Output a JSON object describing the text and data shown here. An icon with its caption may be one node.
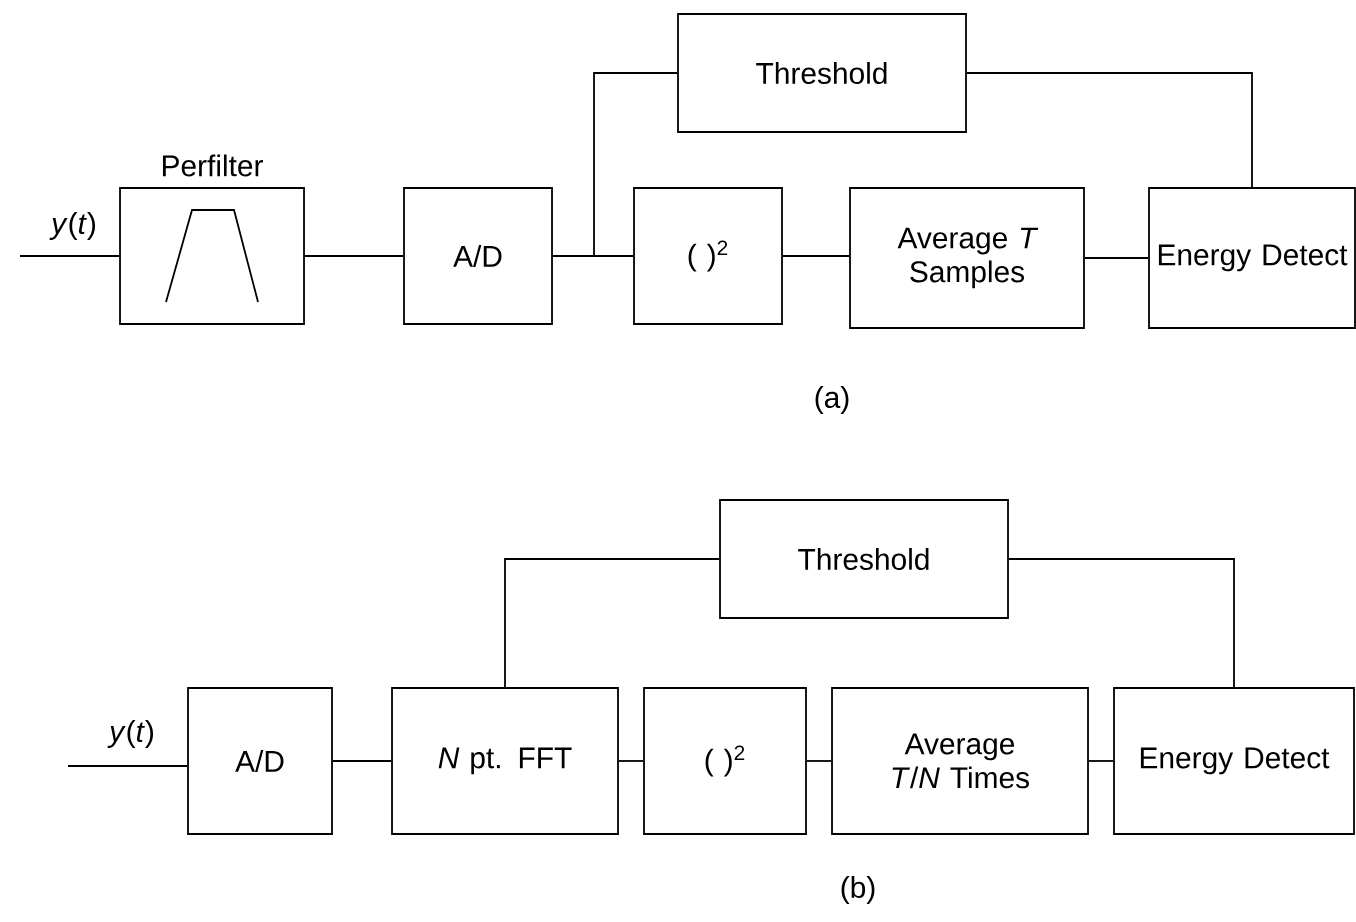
{
  "diagram": {
    "nodes": [
      {
        "text": [
          "Perfilter"
        ]
      },
      {
        "text": [
          "A/D"
        ]
      },
      {
        "text": [
          "Threshold"
        ]
      },
      {
        "text": [
          "( )$^{2}$"
        ]
      },
      {
        "text": [
          "Average *T* Samples"
        ]
      },
      {
        "text": [
          "Energy Detect"
        ]
      },
      {
        "text": [
          "A/D"
        ]
      },
      {
        "text": [
          "Threshold"
        ]
      },
      {
        "text": [
          "*N* pt. FFT"
        ]
      },
      {
        "text": [
          "( )$^{2}$"
        ]
      },
      {
        "text": [
          "Average *T*/*N* Times"
        ]
      },
      {
        "text": [
          "Energy Detect"
        ]
      }
    ],
    "edges": [
      {
        "from": null,
        "to": 0,
        "arrow": "none",
        "label": "*y*(*t*)"
      },
      {
        "from": 0,
        "to": 1,
        "arrow": "none"
      },
      {
        "from": 1,
        "to": 3,
        "arrow": "none"
      },
      {
        "from": 1,
        "to": 2,
        "arrow": "none"
      },
      {
        "from": 3,
        "to": 4,
        "arrow": "none"
      },
      {
        "from": 4,
        "to": 5,
        "arrow": "none"
      },
      {
        "from": 2,
        "to": 5,
        "arrow": "none"
      },
      {
        "from": null,
        "to": 6,
        "arrow": "none",
        "label": "*y*(*t*)"
      },
      {
        "from": 6,
        "to": 8,
        "arrow": "none"
      },
      {
        "from": 8,
        "to": 9,
        "arrow": "none"
      },
      {
        "from": 9,
        "to": 10,
        "arrow": "none"
      },
      {
        "from": 10,
        "to": 11,
        "arrow": "none"
      },
      {
        "from": 8,
        "to": 7,
        "arrow": "none"
      },
      {
        "from": 7,
        "to": 11,
        "arrow": "none"
      }
    ],
    "labels": [
      "(a)",
      "(b)"
    ]
  }
}
